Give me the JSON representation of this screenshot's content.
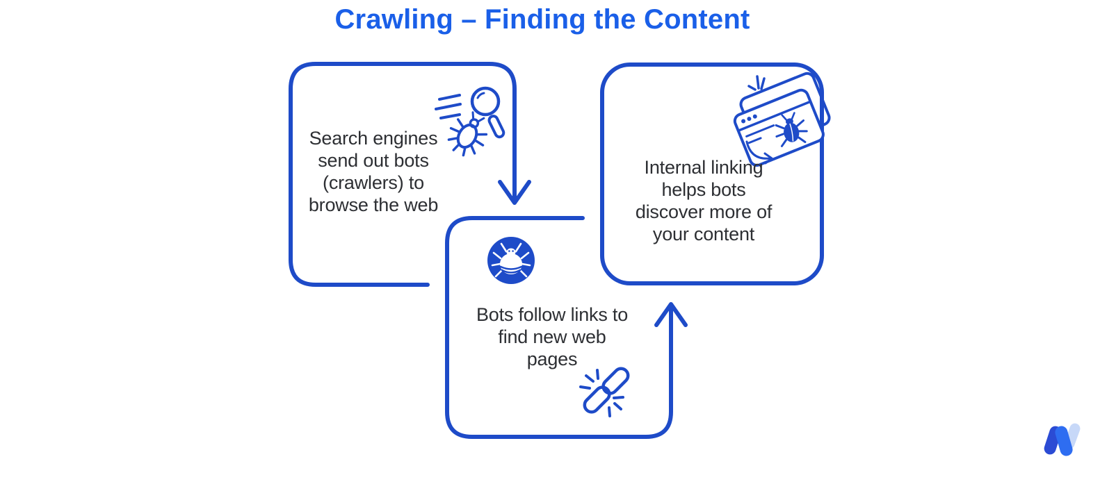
{
  "title": "Crawling – Finding the Content",
  "boxes": {
    "search_engines": {
      "text": "Search engines\nsend out bots\n(crawlers) to\nbrowse the web",
      "icon": "bug-search-icon"
    },
    "follow_links": {
      "text": "Bots follow links to\nfind new web\npages",
      "icons": [
        "bug-badge-icon",
        "link-click-icon"
      ]
    },
    "internal_linking": {
      "text": "Internal linking\nhelps bots\ndiscover more of\nyour content",
      "icon": "browser-bug-icon"
    }
  },
  "arrows": [
    "down-arrow",
    "up-arrow"
  ],
  "logo": "w-logo",
  "colors": {
    "accent": "#1e4bc8",
    "title": "#1a5fe8",
    "text": "#2d2f33",
    "logo-dark": "#2b4bd4",
    "logo-mid": "#2e6df1",
    "logo-light": "#c7d8f8"
  }
}
